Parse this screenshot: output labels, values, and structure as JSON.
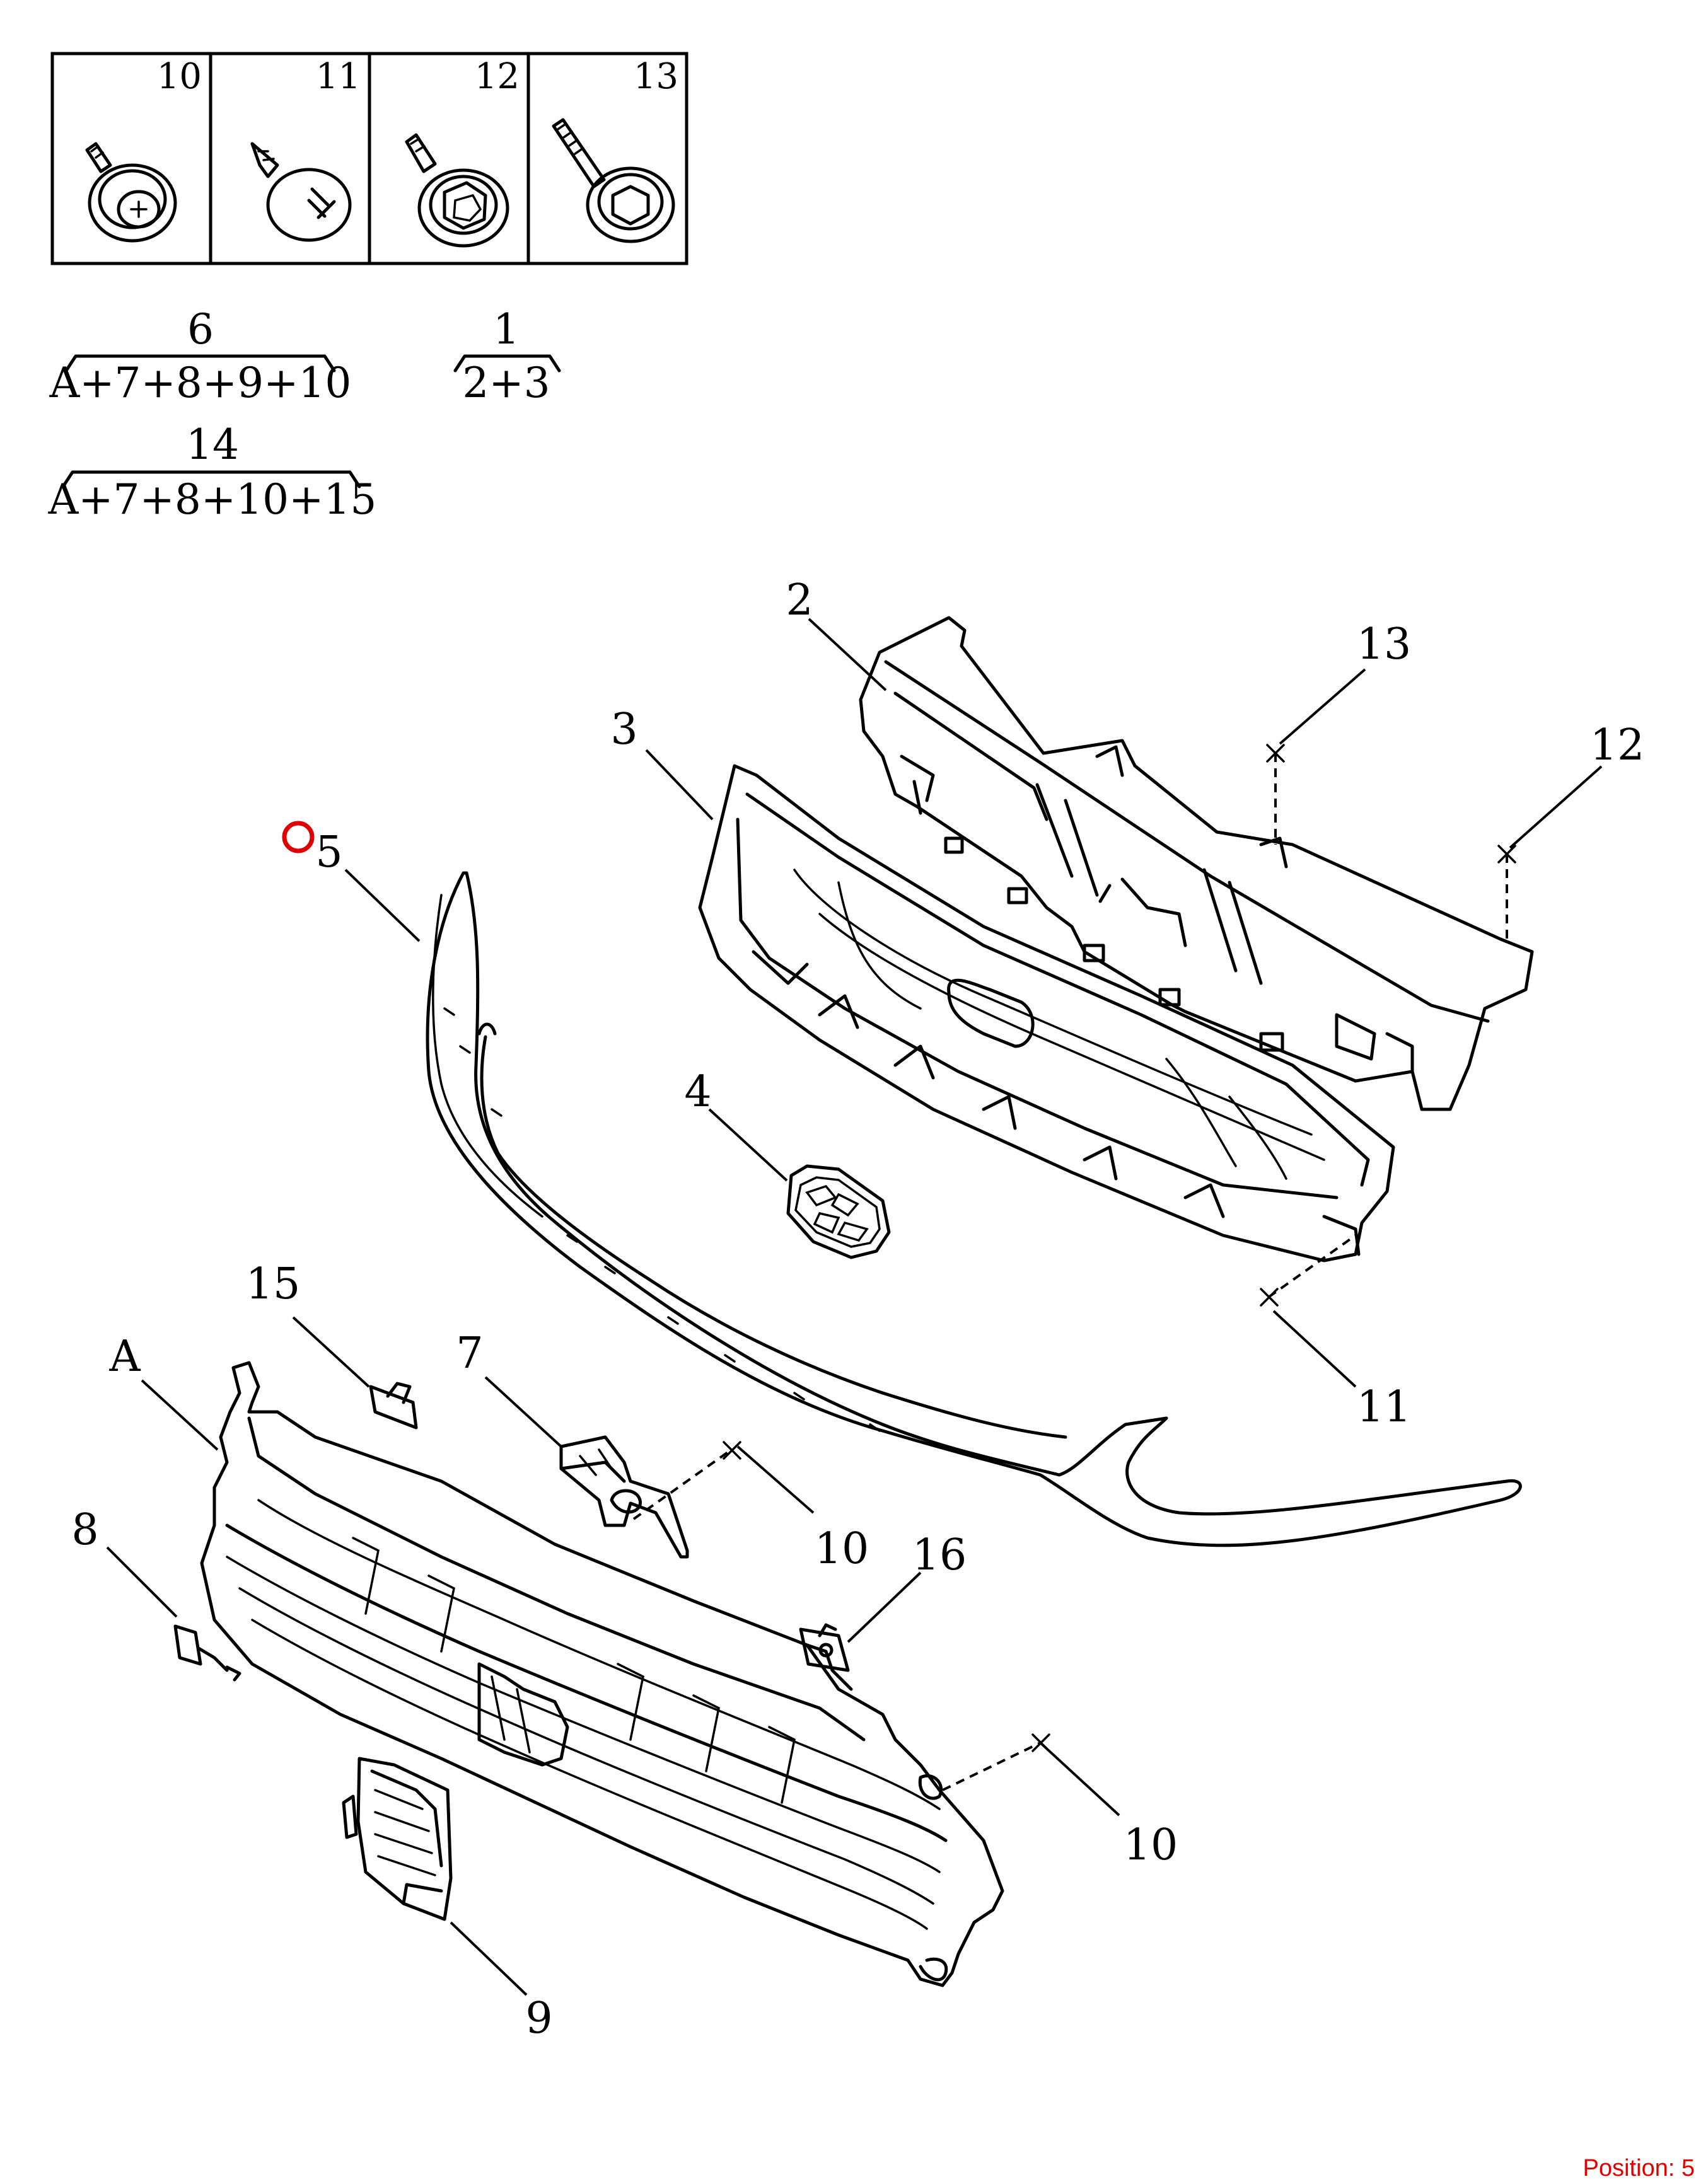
{
  "fastener_table": {
    "cells": [
      {
        "number": "10",
        "icon": "flange-screw-icon"
      },
      {
        "number": "11",
        "icon": "phillips-tapping-screw-icon"
      },
      {
        "number": "12",
        "icon": "hex-flange-bolt-icon"
      },
      {
        "number": "13",
        "icon": "stud-bolt-icon"
      }
    ]
  },
  "assemblies": [
    {
      "number": "6",
      "composition": "A+7+8+9+10"
    },
    {
      "number": "1",
      "composition": "2+3"
    },
    {
      "number": "14",
      "composition": "A+7+8+10+15"
    }
  ],
  "callouts": {
    "c2": "2",
    "c3": "3",
    "c13": "13",
    "c12": "12",
    "c5": "5",
    "c4": "4",
    "c11": "11",
    "c15": "15",
    "cA": "A",
    "c7": "7",
    "c10a": "10",
    "c8": "8",
    "c16": "16",
    "c10b": "10",
    "c9": "9"
  },
  "highlight_color": "#e00000",
  "position": {
    "text": "Position: 5"
  }
}
